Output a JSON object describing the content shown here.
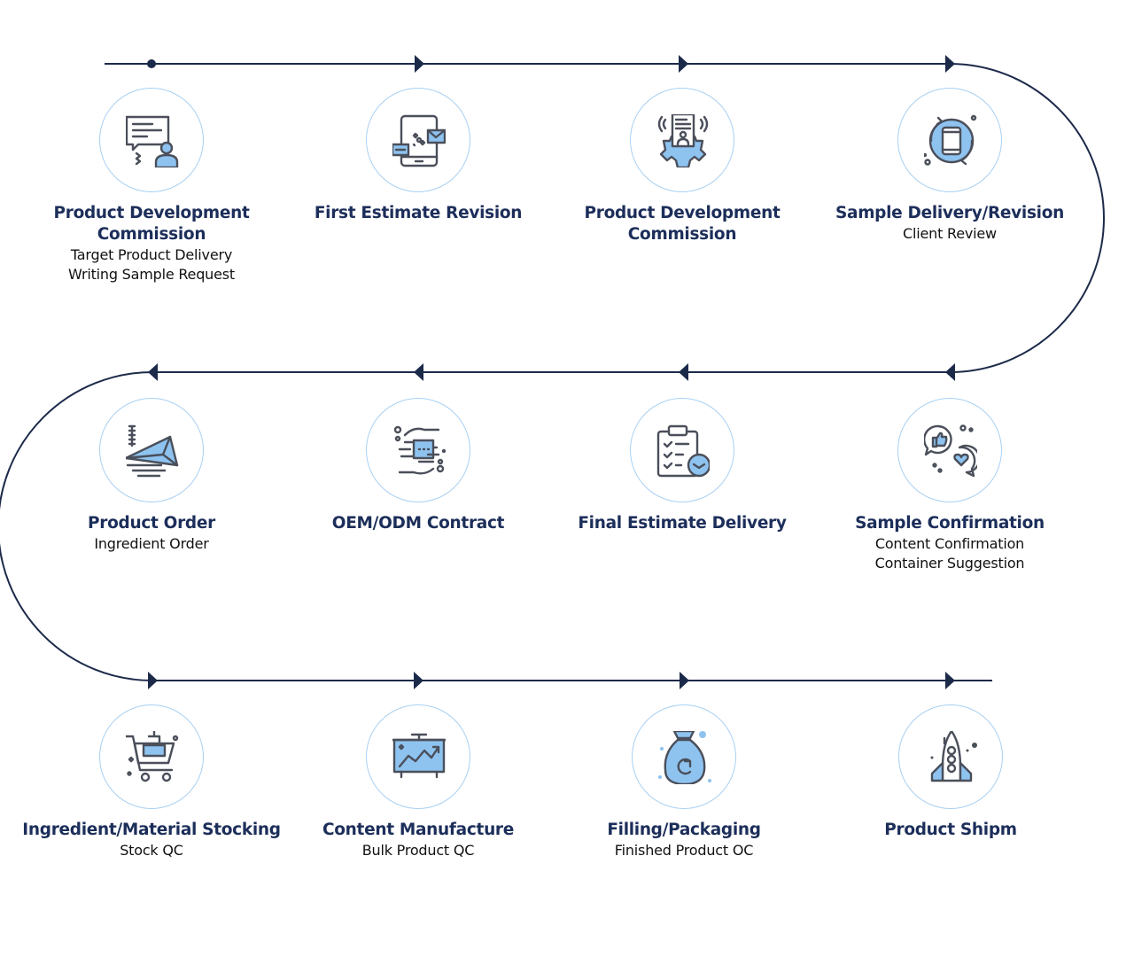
{
  "steps": [
    {
      "title": [
        "Product Development",
        "Commission"
      ],
      "sub": [
        "Target Product Delivery",
        "Writing Sample Request"
      ],
      "icon": "presentation-person-icon"
    },
    {
      "title": [
        "First Estimate Revision"
      ],
      "sub": [],
      "icon": "tablet-messages-icon"
    },
    {
      "title": [
        "Product Development",
        "Commission"
      ],
      "sub": [],
      "icon": "document-gear-icon"
    },
    {
      "title": [
        "Sample Delivery/Revision"
      ],
      "sub": [
        "Client Review"
      ],
      "icon": "phone-refresh-icon"
    },
    {
      "title": [
        "Sample Confirmation"
      ],
      "sub": [
        "Content Confirmation",
        "Container Suggestion"
      ],
      "icon": "chat-like-heart-icon"
    },
    {
      "title": [
        "Final Estimate Delivery"
      ],
      "sub": [],
      "icon": "clipboard-clock-icon"
    },
    {
      "title": [
        "OEM/ODM Contract"
      ],
      "sub": [],
      "icon": "handshake-contract-icon"
    },
    {
      "title": [
        "Product Order"
      ],
      "sub": [
        "Ingredient Order"
      ],
      "icon": "paper-plane-icon"
    },
    {
      "title": [
        "Ingredient/Material Stocking"
      ],
      "sub": [
        "Stock QC"
      ],
      "icon": "shopping-cart-icon"
    },
    {
      "title": [
        "Content Manufacture"
      ],
      "sub": [
        "Bulk Product QC"
      ],
      "icon": "chart-board-icon"
    },
    {
      "title": [
        "Filling/Packaging"
      ],
      "sub": [
        "Finished Product OC"
      ],
      "icon": "money-bag-icon"
    },
    {
      "title": [
        "Product Shipm"
      ],
      "sub": [],
      "icon": "rocket-icon"
    }
  ],
  "colors": {
    "line": "#1c2a4a",
    "circle_border": "#a9d0f2",
    "icon_fill": "#8ec3f0",
    "icon_stroke": "#4a4f5a",
    "title": "#1c2e5a"
  }
}
